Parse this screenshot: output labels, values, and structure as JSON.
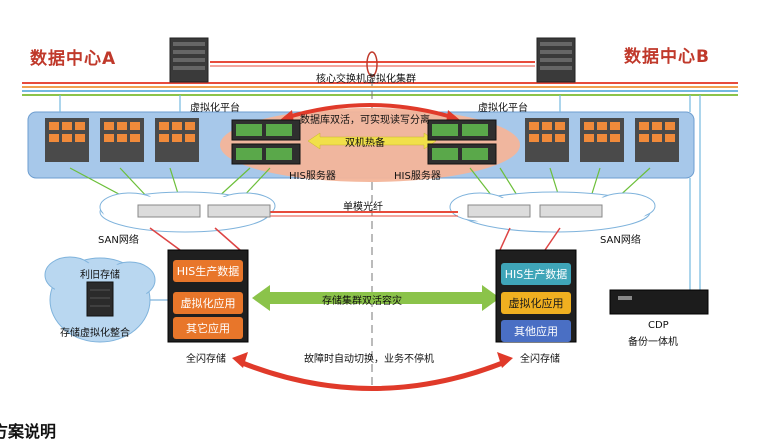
{
  "datacenter_a": "数据中心A",
  "datacenter_b": "数据中心B",
  "core_switch_label": "核心交换机虚拟化集群",
  "virt_platform_left": "虚拟化平台",
  "virt_platform_right": "虚拟化平台",
  "db_active_active": "数据库双活，可实现读写分离",
  "hot_standby": "双机热备",
  "his_server_left": "HIS服务器",
  "his_server_right": "HIS服务器",
  "single_fiber": "单模光纤",
  "san_left": "SAN网络",
  "san_right": "SAN网络",
  "legacy_storage": "利旧存储",
  "storage_virt": "存储虚拟化整合",
  "left_storage": {
    "items": [
      "HIS生产数据",
      "虚拟化应用",
      "其它应用"
    ],
    "caption": "全闪存储"
  },
  "right_storage": {
    "items": [
      "HIS生产数据",
      "虚拟化应用",
      "其他应用"
    ],
    "caption": "全闪存储"
  },
  "storage_cluster": "存储集群双活容灾",
  "failover_note": "故障时自动切换，业务不停机",
  "cdp_label": "CDP",
  "cdp_sub": "备份一体机",
  "bottom_partial": "方案说明",
  "colors": {
    "accent_red": "#c0392b",
    "green_arrow": "#7cb342",
    "platform_blue": "#a7c8ea",
    "core_orange": "#f39c6b"
  }
}
